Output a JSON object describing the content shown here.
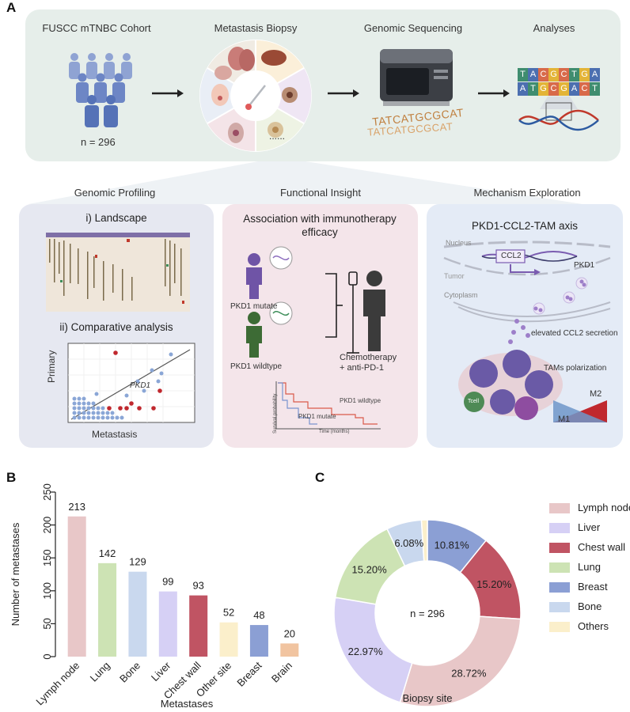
{
  "panel_letters": {
    "a": "A",
    "b": "B",
    "c": "C"
  },
  "workflow": {
    "steps": [
      "FUSCC mTNBC Cohort",
      "Metastasis Biopsy",
      "Genomic Sequencing",
      "Analyses"
    ],
    "cohort_n": "n = 296",
    "biopsy_more": "......",
    "sequence_text": "TATCATGCGCAT",
    "analysis_bases_top": [
      "T",
      "A",
      "C",
      "G",
      "C",
      "T",
      "G",
      "A"
    ],
    "analysis_bases_bottom": [
      "A",
      "T",
      "G",
      "C",
      "G",
      "A",
      "C",
      "T"
    ]
  },
  "sections": [
    "Genomic Profiling",
    "Functional Insight",
    "Mechanism Exploration"
  ],
  "genomic": {
    "landscape_title": "i) Landscape",
    "comparative_title": "ii) Comparative analysis",
    "y_label": "Primary",
    "x_label": "Metastasis",
    "gene_label": "PKD1"
  },
  "functional": {
    "title": "Association with immunotherapy efficacy",
    "mutate_label": "PKD1 mutate",
    "wildtype_label": "PKD1 wildtype",
    "treatment_line1": "Chemotherapy",
    "treatment_line2": "+ anti-PD-1",
    "km_y_label": "Survival probability",
    "km_x_label": "Time (months)",
    "km_wildtype": "PKD1 wildtype",
    "km_mutate": "PKD1 mutate"
  },
  "mechanism": {
    "title": "PKD1-CCL2-TAM axis",
    "nucleus": "Nucleus",
    "ccl2": "CCL2",
    "pkd1": "PKD1",
    "tumor": "Tumor",
    "cytoplasm": "Cytoplasm",
    "secretion": "elevated CCL2 secretion",
    "polarization": "TAMs polarization",
    "m1": "M1",
    "m2": "M2",
    "tcell": "Tcell"
  },
  "chart_data": [
    {
      "type": "bar",
      "categories": [
        "Lymph node",
        "Lung",
        "Bone",
        "Liver",
        "Chest wall",
        "Other site",
        "Breast",
        "Brain"
      ],
      "values": [
        213,
        142,
        129,
        99,
        93,
        52,
        48,
        20
      ],
      "colors": [
        "#e8c7c8",
        "#cde3b4",
        "#c9d8ee",
        "#d6d0f5",
        "#c05463",
        "#fbefcb",
        "#8b9fd4",
        "#f1c4a0"
      ],
      "xlabel": "Metastases",
      "ylabel": "Number of metastases",
      "ylim": [
        0,
        250
      ],
      "yticks": [
        0,
        50,
        100,
        150,
        200,
        250
      ]
    },
    {
      "type": "pie",
      "categories": [
        "Lymph node",
        "Liver",
        "Chest wall",
        "Lung",
        "Breast",
        "Bone",
        "Others"
      ],
      "values": [
        28.72,
        22.97,
        15.2,
        15.2,
        10.81,
        6.08,
        1.02
      ],
      "value_labels": [
        "28.72%",
        "22.97%",
        "15.20%",
        "15.20%",
        "10.81%",
        "6.08%",
        ""
      ],
      "colors": [
        "#e8c7c8",
        "#d6d0f5",
        "#c05463",
        "#cde3b4",
        "#8b9fd4",
        "#c9d8ee",
        "#fbefcb"
      ],
      "center_label": "n = 296",
      "xlabel": "Biopsy site",
      "draw_order": [
        "Breast",
        "Chest wall",
        "Lymph node",
        "Liver",
        "Lung",
        "Bone",
        "Others"
      ]
    }
  ]
}
